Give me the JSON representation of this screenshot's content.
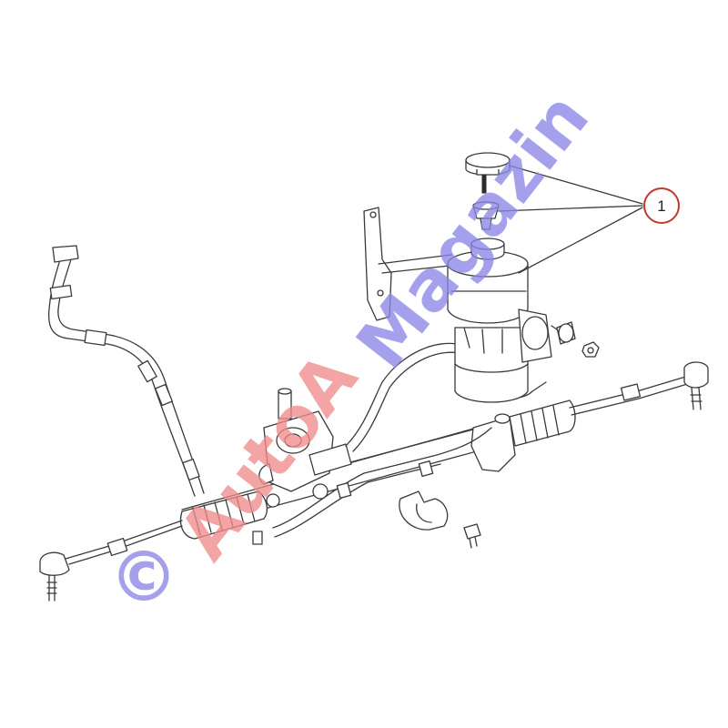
{
  "callout": {
    "label": "1",
    "ring_color": "#c0392b"
  },
  "watermark": {
    "copyright": "©",
    "brand_part_1": "AutoA",
    "brand_part_2": "Magazin",
    "color_1": "#f08c8c",
    "color_2": "#8a85e6"
  }
}
